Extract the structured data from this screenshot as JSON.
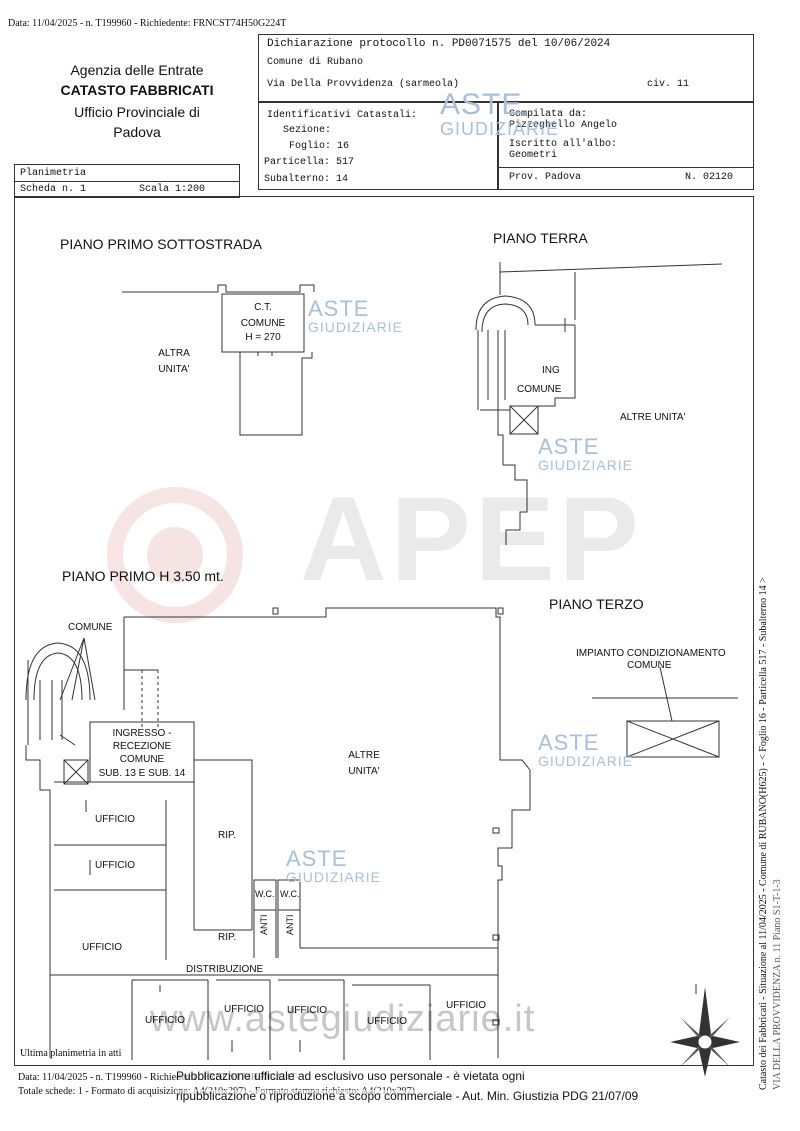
{
  "top_line": "Data: 11/04/2025 - n. T199960 - Richiedente: FRNCST74H50G224T",
  "agency": {
    "line1": "Agenzia delle Entrate",
    "line2": "CATASTO FABBRICATI",
    "line3": "Ufficio Provinciale di",
    "line4": "Padova"
  },
  "declaration": {
    "protocol": "Dichiarazione protocollo n. PD0071575 del  10/06/2024",
    "comune": "Comune di Rubano",
    "via": "Via Della Provvidenza (sarmeola)",
    "civ": "civ. 11"
  },
  "identificativi": {
    "title": "Identificativi Catastali:",
    "sezione": "Sezione:",
    "foglio": "Foglio: 16",
    "particella": "Particella: 517",
    "subalterno": "Subalterno: 14"
  },
  "compilata": {
    "title": "Compilata da:",
    "name": "Pizzeghello Angelo",
    "iscritto": "Iscritto all'albo:",
    "albo": "Geometri",
    "prov": "Prov. Padova",
    "num": "N. 02120"
  },
  "planimetria": {
    "title": "Planimetria",
    "scheda": "Scheda n. 1",
    "scala": "Scala 1:200"
  },
  "watermark": {
    "aste": "ASTE",
    "giudiziarie": "GIUDIZIARIE",
    "apep": "APEP",
    "site": "www.astegiudiziarie.it"
  },
  "plans": {
    "sottostrada": "PIANO PRIMO SOTTOSTRADA",
    "terra": "PIANO TERRA",
    "primo": "PIANO PRIMO H 3.50 mt.",
    "terzo": "PIANO TERZO"
  },
  "rooms": {
    "ct1": "C.T.",
    "ct2": "COMUNE",
    "ct3": "H = 270",
    "altra1": "ALTRA",
    "altra2": "UNITA'",
    "ing1": "ING",
    "ing2": "COMUNE",
    "altre_unita": "ALTRE UNITA'",
    "comune": "COMUNE",
    "ingresso1": "INGRESSO -",
    "ingresso2": "RECEZIONE",
    "ingresso3": "COMUNE",
    "ingresso4": "SUB. 13 E SUB. 14",
    "ufficio": "UFFICIO",
    "rip": "RIP.",
    "wc": "W.C.",
    "anti": "ANTI",
    "distribuzione": "DISTRIBUZIONE",
    "altre1": "ALTRE",
    "altre2": "UNITA'",
    "impianto1": "IMPIANTO CONDIZIONAMENTO",
    "impianto2": "COMUNE"
  },
  "side_text": "Catasto dei Fabbricati - Situazione al 11/04/2025 - Comune di RUBANO(H625) - < Foglio 16 - Particella 517 - Subalterno 14 >",
  "side_text2": "VIA DELLA PROVVIDENZA n. 11 Piano S1-T-1-3",
  "footer": {
    "ultima": "Ultima planimetria in atti",
    "data": "Data: 11/04/2025 - n. T199960 - Richiedente: FRNCST74H50G224T",
    "totale": "Totale schede: 1 - Formato di acquisizione: A4(210x297) - Formato stampa richiesto: A4(210x297)",
    "pubbl1": "Pubblicazione ufficiale ad esclusivo uso personale - è vietata ogni",
    "pubbl2": "ripubblicazione o riproduzione a scopo commerciale - Aut. Min. Giustizia PDG 21/07/09"
  }
}
